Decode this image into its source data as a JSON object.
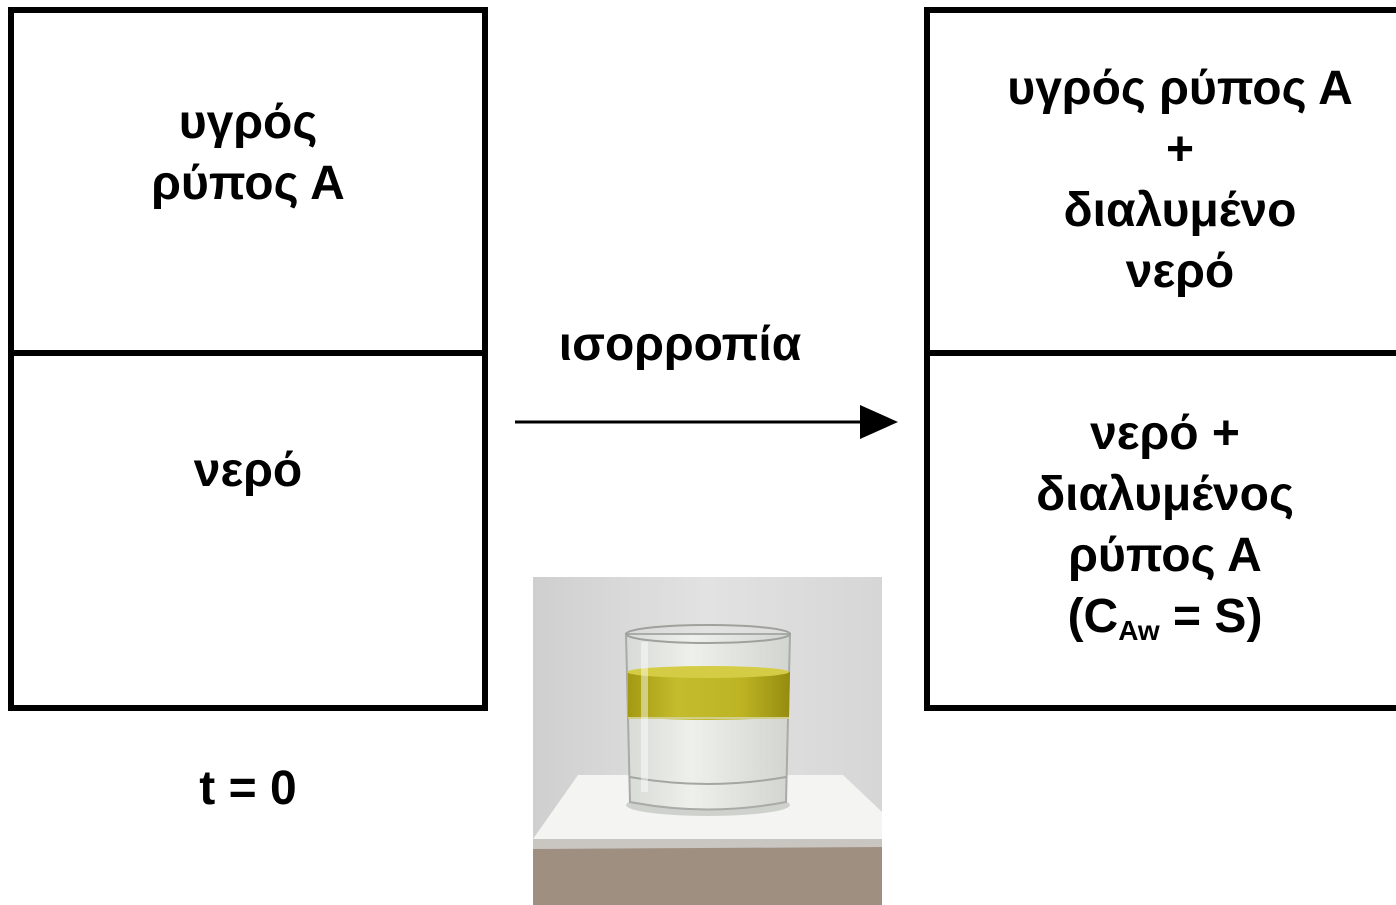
{
  "initial_state": {
    "top_phase": [
      "υγρός",
      "ρύπος Α"
    ],
    "bottom_phase": "νερό",
    "time_label": "t = 0"
  },
  "process": {
    "label": "ισορροπία"
  },
  "equilibrium_state": {
    "top_phase": [
      "υγρός ρύπος Α",
      "+",
      "διαλυμένο",
      "νερό"
    ],
    "bottom_phase": {
      "lines": [
        "νερό +",
        "διαλυμένος",
        "ρύπος Α"
      ],
      "equation_open": "(C",
      "equation_subscript": "Aw",
      "equation_close": " = S)"
    }
  },
  "photo": {
    "subject": "glass-with-oil-over-water",
    "colors": {
      "wall": "#dcdcdc",
      "oil_layer": "#b8b020",
      "water": "#e6e8e4",
      "table": "#9f8f80",
      "paper": "#f4f4f2"
    }
  }
}
